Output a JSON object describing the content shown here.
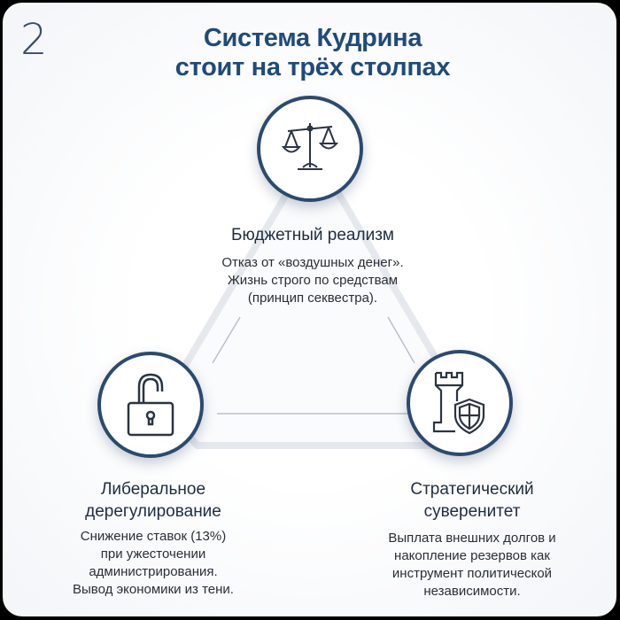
{
  "slide_number": "2",
  "title": {
    "line1": "Система Кудрина",
    "line2": "стоит на трёх столпах"
  },
  "pillars": [
    {
      "icon": "scales-icon",
      "title": "Бюджетный реализм",
      "desc": [
        "Отказ от «воздушных денег».",
        "Жизнь строго по средствам",
        "(принцип секвестра)."
      ]
    },
    {
      "icon": "unlocked-padlock-icon",
      "title": [
        "Либеральное",
        "дерегулирование"
      ],
      "desc": [
        "Снижение ставок (13%)",
        "при ужесточении",
        "администрирования.",
        "Вывод экономики из тени."
      ]
    },
    {
      "icon": "tower-shield-icon",
      "title": [
        "Стратегический",
        "суверенитет"
      ],
      "desc": [
        "Выплата внешних долгов и",
        "накопление резервов как",
        "инструмент политической",
        "независимости."
      ]
    }
  ],
  "colors": {
    "accent": "#1f4b7a",
    "ring": "#2c4a6e"
  }
}
